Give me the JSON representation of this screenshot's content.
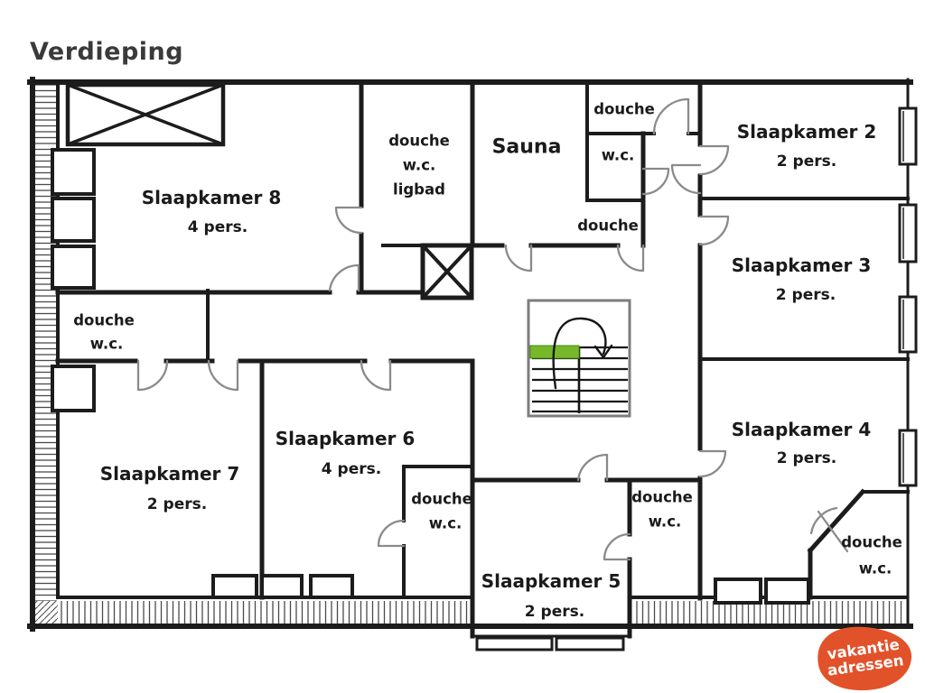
{
  "title": "Verdieping",
  "rooms": {
    "sk8": {
      "name": "Slaapkamer 8",
      "capacity": "4 pers."
    },
    "sk2": {
      "name": "Slaapkamer 2",
      "capacity": "2 pers."
    },
    "sk3": {
      "name": "Slaapkamer 3",
      "capacity": "2 pers."
    },
    "sk4": {
      "name": "Slaapkamer 4",
      "capacity": "2 pers."
    },
    "sk5": {
      "name": "Slaapkamer 5",
      "capacity": "2 pers."
    },
    "sk6": {
      "name": "Slaapkamer 6",
      "capacity": "4 pers."
    },
    "sk7": {
      "name": "Slaapkamer 7",
      "capacity": "2 pers."
    },
    "sauna": {
      "name": "Sauna"
    }
  },
  "facilities": {
    "bath_main": {
      "l1": "douche",
      "l2": "w.c.",
      "l3": "ligbad"
    },
    "douche_top": {
      "l1": "douche"
    },
    "wc_top": {
      "l1": "w.c."
    },
    "douche_mid": {
      "l1": "douche"
    },
    "bath_west": {
      "l1": "douche",
      "l2": "w.c."
    },
    "bath_sk6": {
      "l1": "douche",
      "l2": "w.c."
    },
    "bath_sk5": {
      "l1": "douche",
      "l2": "w.c."
    },
    "bath_se": {
      "l1": "douche",
      "l2": "w.c."
    }
  },
  "logo": {
    "line1": "vakantie",
    "line2": "adressen"
  },
  "colors": {
    "wall": "#1c1c1c",
    "door": "#8a8a8a",
    "stair_outline": "#7d7d7d",
    "accent_green": "#76b82a",
    "logo_orange": "#e2522a"
  }
}
